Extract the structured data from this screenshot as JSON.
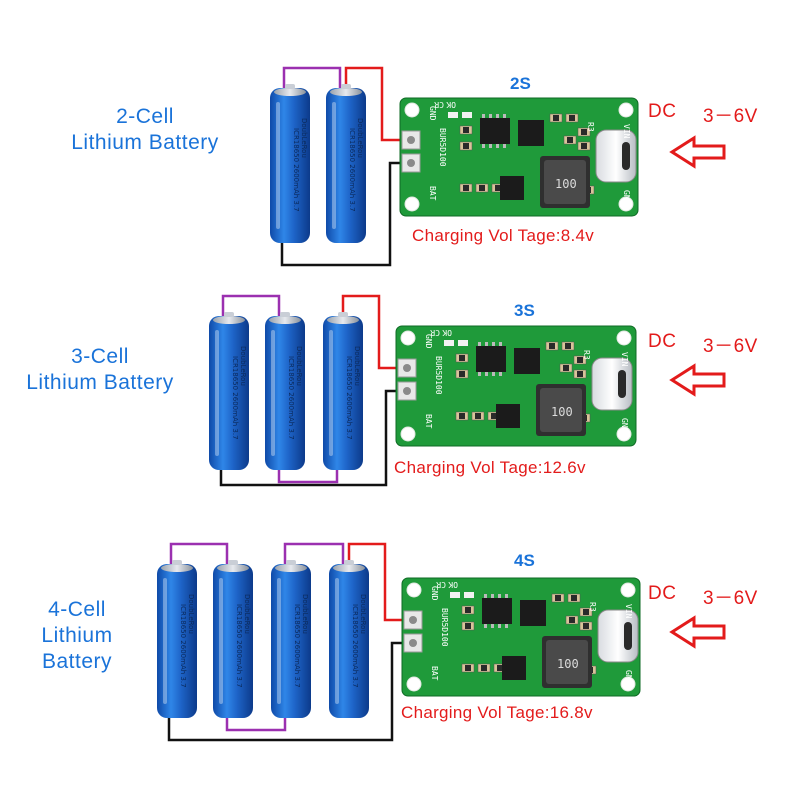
{
  "sections": [
    {
      "id": "2s",
      "title": "2S",
      "cell_label_lines": [
        "2-Cell",
        "Lithium Battery"
      ],
      "dc_label": "DC",
      "dc_range": "3－6V",
      "charging_label": "Charging Vol Tage:8.4v",
      "battery_count": 2
    },
    {
      "id": "3s",
      "title": "3S",
      "cell_label_lines": [
        "3-Cell",
        "Lithium Battery"
      ],
      "dc_label": "DC",
      "dc_range": "3－6V",
      "charging_label": "Charging Vol Tage:12.6v",
      "battery_count": 3
    },
    {
      "id": "4s",
      "title": "4S",
      "cell_label_lines": [
        "4-Cell",
        "Lithium",
        "Battery"
      ],
      "dc_label": "DC",
      "dc_range": "3－6V",
      "charging_label": "Charging Vol Tage:16.8v",
      "battery_count": 4
    }
  ],
  "battery_print": {
    "model": "ICR18650",
    "capacity": "2600mAh",
    "voltage": "3.7",
    "brand": "DoubLeRou"
  },
  "pcb_print": {
    "left_top": "GND",
    "left_bottom": "BAT",
    "chip_label": "BUR5D100",
    "top_ok": "OK",
    "top_cr": "CR",
    "right_top": "VIN",
    "right_bottom": "GND",
    "r_label": "R3",
    "inductor": "100"
  },
  "colors": {
    "label_blue": "#1a73d9",
    "accent_red": "#e31b1b",
    "wire_purple": "#9b30b0",
    "wire_red": "#e31b1b",
    "wire_black": "#111111",
    "pcb_green": "#1f9a3a",
    "battery_blue": "#1e64c8"
  }
}
